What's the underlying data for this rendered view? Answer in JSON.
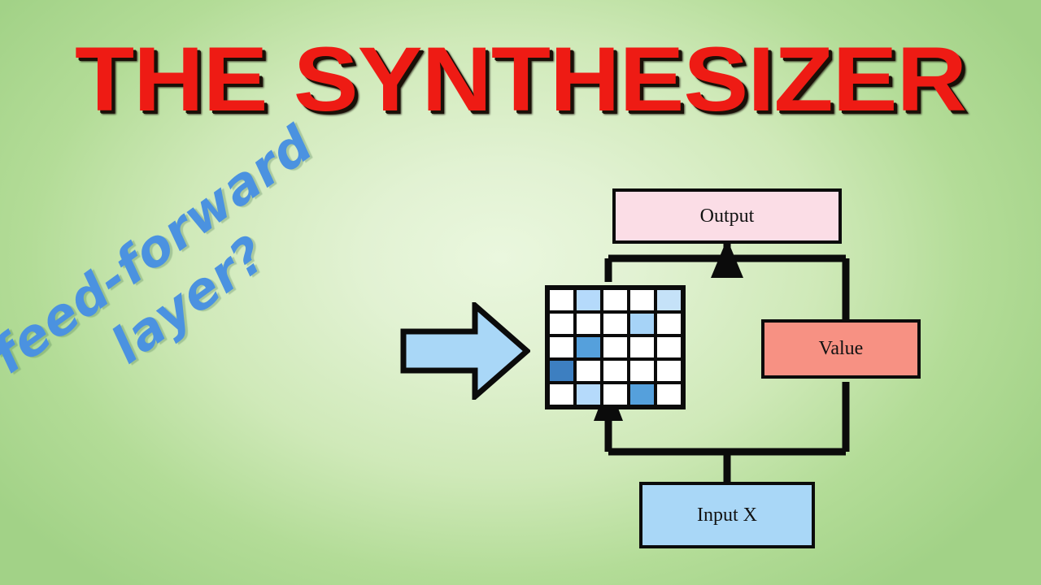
{
  "slide": {
    "title": "THE SYNTHESIZER",
    "title_color": "#ee1b14",
    "title_shadow_color": "#1a1008",
    "background_center_color": "#eaf7de",
    "background_edge_color": "#a2d287"
  },
  "annotation": {
    "line1": "feed-forward",
    "line2": "layer?",
    "color": "#4b92e0",
    "rotation_degrees": -36
  },
  "pointer_arrow": {
    "name": "big-right-arrow",
    "fill": "#a9d7f7",
    "stroke": "#0b0b0b",
    "direction": "right"
  },
  "diagram": {
    "nodes": {
      "output": {
        "label": "Output",
        "fill": "#fbdde6",
        "stroke": "#0b0b0b"
      },
      "value": {
        "label": "Value",
        "fill": "#f79183",
        "stroke": "#0b0b0b"
      },
      "input": {
        "label": "Input X",
        "fill": "#a9d7f7",
        "stroke": "#0b0b0b"
      }
    },
    "edges": [
      {
        "from": "input",
        "to": "matrix",
        "style": "elbow-up-left",
        "arrowhead": true
      },
      {
        "from": "input",
        "to": "value",
        "style": "elbow-up-right",
        "arrowhead": true
      },
      {
        "from": "matrix",
        "to": "output",
        "style": "elbow-up-right",
        "arrowhead": true
      },
      {
        "from": "value",
        "to": "output",
        "style": "elbow-up-left",
        "arrowhead": true
      }
    ],
    "wire_color": "#0b0b0b"
  },
  "matrix": {
    "name": "attention-matrix",
    "rows": 5,
    "cols": 5,
    "palette": {
      "empty": "#ffffff",
      "pale": "#c5e2f8",
      "light": "#b5dafb",
      "lighter": "#a6d3f7",
      "medium": "#55a0dc",
      "dark": "#3d7fc1"
    },
    "cells": [
      [
        "empty",
        "light",
        "empty",
        "empty",
        "pale"
      ],
      [
        "empty",
        "empty",
        "empty",
        "lighter",
        "empty"
      ],
      [
        "empty",
        "medium",
        "empty",
        "empty",
        "empty"
      ],
      [
        "dark",
        "empty",
        "empty",
        "empty",
        "empty"
      ],
      [
        "empty",
        "light",
        "empty",
        "medium",
        "empty"
      ]
    ]
  }
}
